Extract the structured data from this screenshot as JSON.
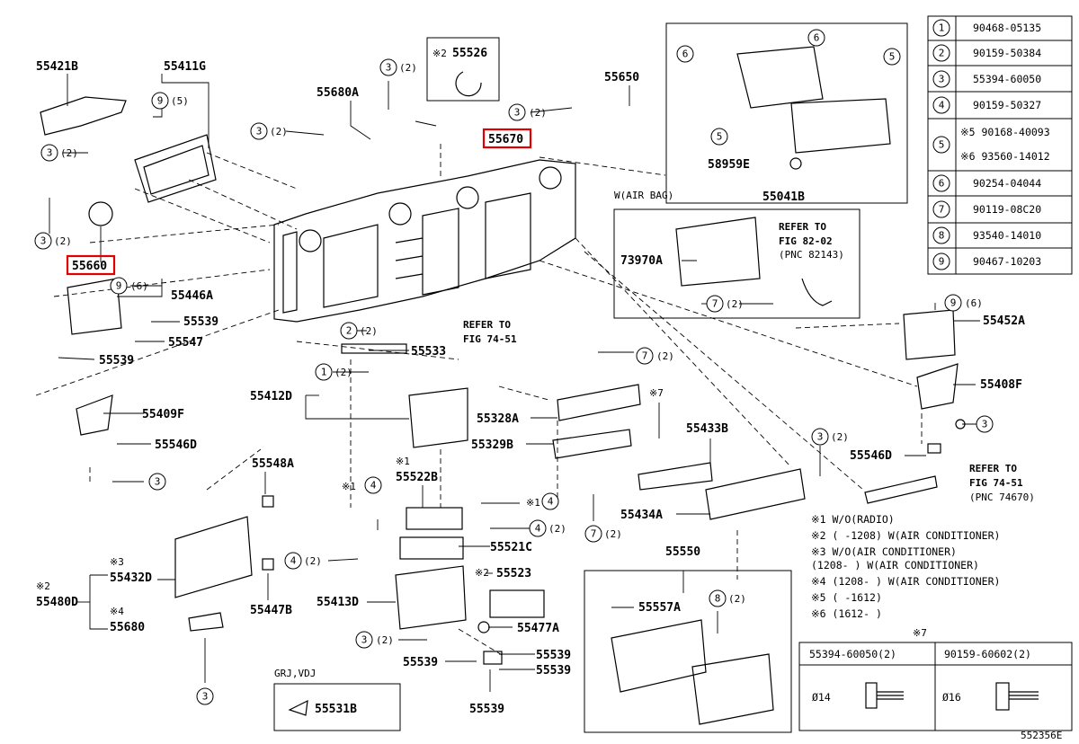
{
  "parts": {
    "p55421B": "55421B",
    "p55411G": "55411G",
    "p55526": "55526",
    "p55526_note": "※2",
    "p55680A": "55680A",
    "p55670": "55670",
    "p55650": "55650",
    "p55660": "55660",
    "p55446A": "55446A",
    "p55539a": "55539",
    "p55547": "55547",
    "p55539b": "55539",
    "p55533": "55533",
    "p55412D": "55412D",
    "p55409F": "55409F",
    "p55546Da": "55546D",
    "p55548A": "55548A",
    "p55522B": "55522B",
    "p55522B_note": "※1",
    "p55521C": "55521C",
    "p55523": "55523",
    "p55523_note": "※2",
    "p55413D": "55413D",
    "p55477A": "55477A",
    "p55539c": "55539",
    "p55539d": "55539",
    "p55539e": "55539",
    "p55539f": "55539",
    "p55432D": "55432D",
    "p55432D_note": "※3",
    "p55480D": "55480D",
    "p55480D_note": "※2",
    "p55680": "55680",
    "p55680_note": "※4",
    "p55447B": "55447B",
    "p55531B": "55531B",
    "p55328A": "55328A",
    "p55329B": "55329B",
    "p55433B": "55433B",
    "p55434A": "55434A",
    "p55546Db": "55546D",
    "p55408F": "55408F",
    "p55452A": "55452A",
    "p58959E": "58959E",
    "p55041B": "55041B",
    "p73970A": "73970A",
    "p55550": "55550",
    "p55557A": "55557A",
    "p552356E": "552356E",
    "grj": "GRJ,VDJ",
    "w_airbag": "W(AIR BAG)",
    "x7mark": "※7",
    "x1a": "※1",
    "x1b": "※1",
    "x7b": "※7"
  },
  "refs": {
    "r1_a": "REFER TO",
    "r1_b": "FIG 74-51",
    "r2_a": "REFER TO",
    "r2_b": "FIG 74-51",
    "r2_c": "(PNC 74670)",
    "r3_a": "REFER TO",
    "r3_b": "FIG 82-02",
    "r3_c": "(PNC 82143)"
  },
  "callouts": {
    "c1": "1",
    "c2": "2",
    "c3": "3",
    "c4": "4",
    "c5": "5",
    "c6": "6",
    "c7": "7",
    "c8": "8",
    "c9": "9"
  },
  "qty": {
    "q2": "(2)",
    "q5": "(5)",
    "q6": "(6)"
  },
  "bolt_table": [
    {
      "no": "1",
      "part": "90468-05135"
    },
    {
      "no": "2",
      "part": "90159-50384"
    },
    {
      "no": "3",
      "part": "55394-60050"
    },
    {
      "no": "4",
      "part": "90159-50327"
    },
    {
      "no": "5",
      "part": "※5 90168-40093",
      "part2": "※6 93560-14012"
    },
    {
      "no": "6",
      "part": "90254-04044"
    },
    {
      "no": "7",
      "part": "90119-08C20"
    },
    {
      "no": "8",
      "part": "93540-14010"
    },
    {
      "no": "9",
      "part": "90467-10203"
    }
  ],
  "notes": [
    "※1 W/O(RADIO)",
    "※2 (    -1208) W(AIR CONDITIONER)",
    "※3 W/O(AIR CONDITIONER)",
    "    (1208-    ) W(AIR CONDITIONER)",
    "※4 (1208-    ) W(AIR CONDITIONER)",
    "※5 (    -1612)",
    "※6 (1612-    )"
  ],
  "clip_table": {
    "mark": "※7",
    "col1": "55394-60050(2)",
    "col2": "90159-60602(2)",
    "d1": "Ø14",
    "d2": "Ø16"
  }
}
